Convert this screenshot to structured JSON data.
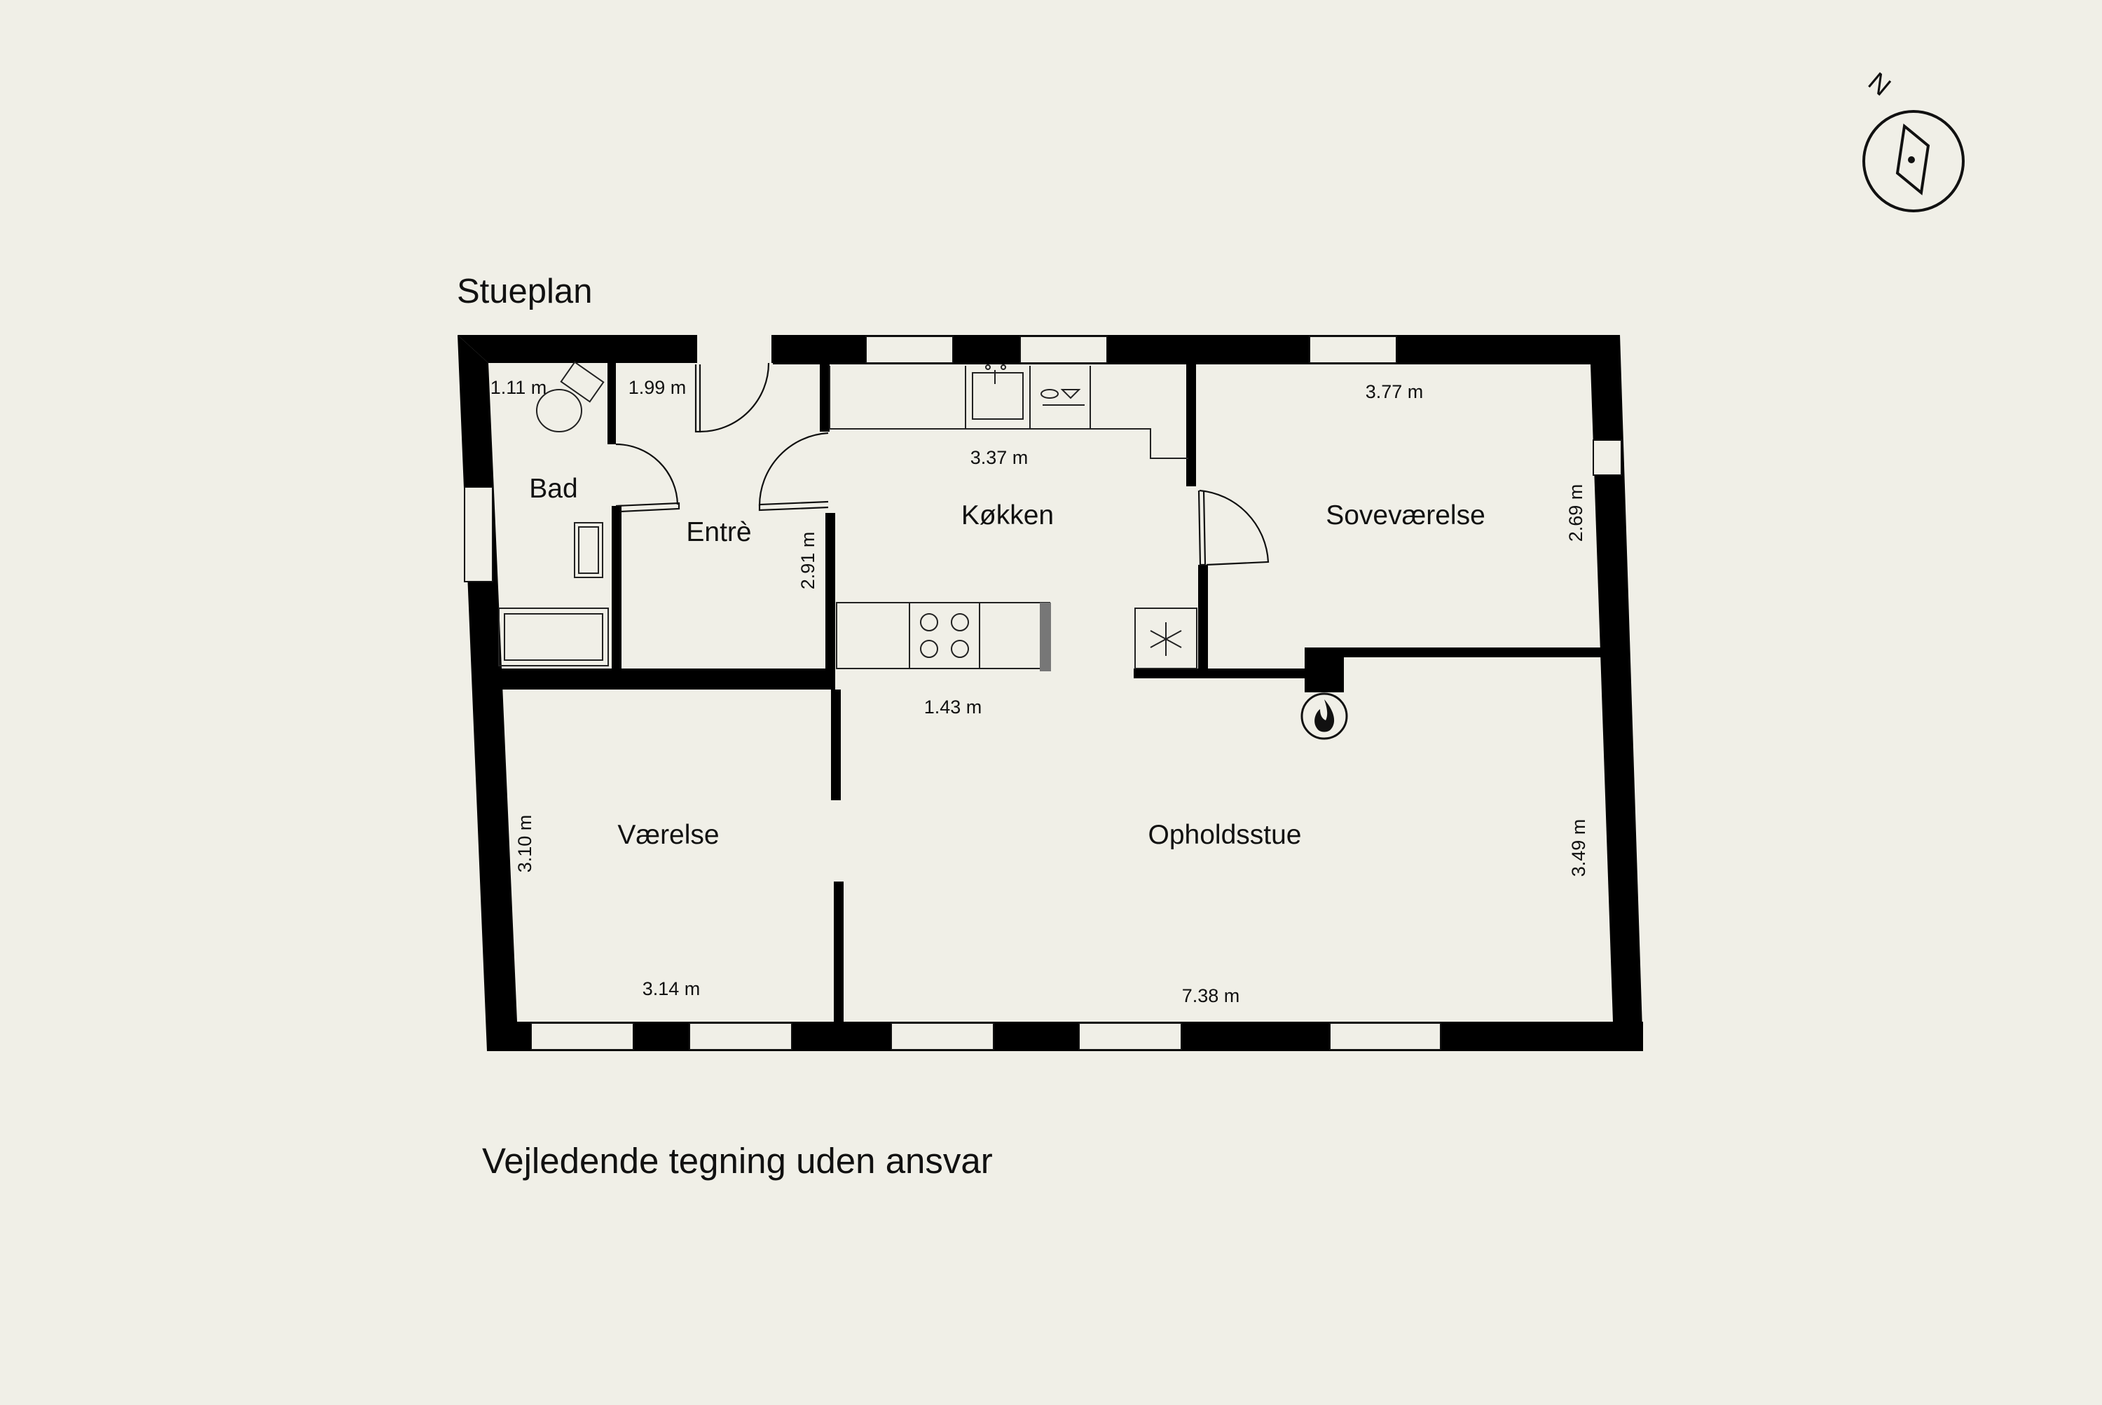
{
  "plan": {
    "title": "Stueplan",
    "disclaimer": "Vejledende tegning uden ansvar",
    "north_label": "N"
  },
  "rooms": {
    "bad": "Bad",
    "entre": "Entrè",
    "kokken": "Køkken",
    "sovevaerelse": "Soveværelse",
    "vaerelse": "Værelse",
    "opholdsstue": "Opholdsstue"
  },
  "dimensions": {
    "bad_width": "1.11 m",
    "entre_width": "1.99 m",
    "kokken_width": "3.37 m",
    "kokken_depth": "2.91 m",
    "kokken_island": "1.43 m",
    "sove_width": "3.77 m",
    "sove_depth": "2.69 m",
    "vaerelse_depth": "3.10 m",
    "vaerelse_width": "3.14 m",
    "ophold_width": "7.38 m",
    "ophold_depth": "3.49 m"
  },
  "colors": {
    "background": "#f0efe7",
    "wall": "#000000",
    "line": "#222222"
  },
  "icons": [
    "compass-icon",
    "fireplace-icon",
    "toilet-icon",
    "sink-icon",
    "bathtub-icon",
    "stove-icon",
    "dishwasher-icon",
    "fridge-icon"
  ]
}
